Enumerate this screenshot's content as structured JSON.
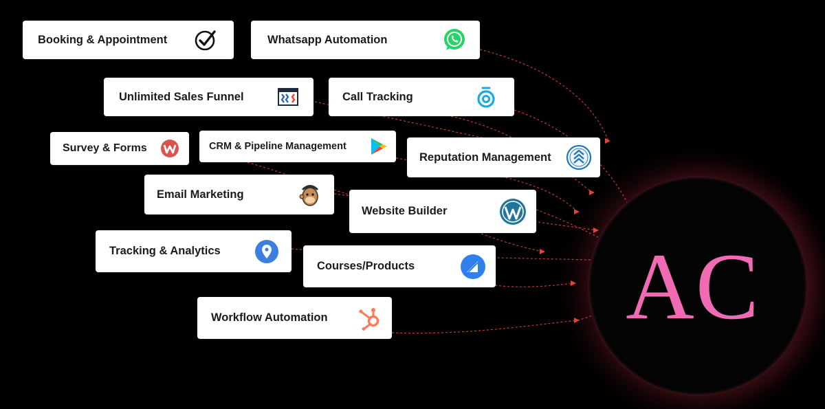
{
  "services": [
    {
      "label": "Booking & Appointment",
      "icon": "check-circle-icon"
    },
    {
      "label": "Whatsapp Automation",
      "icon": "whatsapp-icon"
    },
    {
      "label": "Unlimited Sales Funnel",
      "icon": "clickfunnels-icon"
    },
    {
      "label": "Call Tracking",
      "icon": "call-tracking-icon"
    },
    {
      "label": "Survey & Forms",
      "icon": "wufoo-icon"
    },
    {
      "label": "CRM & Pipeline Management",
      "icon": "play-store-icon"
    },
    {
      "label": "Reputation Management",
      "icon": "reputation-chevrons-icon"
    },
    {
      "label": "Email Marketing",
      "icon": "mailchimp-icon"
    },
    {
      "label": "Website Builder",
      "icon": "wordpress-icon"
    },
    {
      "label": "Tracking & Analytics",
      "icon": "location-pin-icon"
    },
    {
      "label": "Courses/Products",
      "icon": "kajabi-icon"
    },
    {
      "label": "Workflow Automation",
      "icon": "hubspot-icon"
    }
  ],
  "hub": {
    "label": "AC"
  },
  "colors": {
    "background": "#000000",
    "card": "#ffffff",
    "connector": "#e8423a",
    "hub_text": "#f06ab4",
    "whatsapp": "#25d366",
    "call_tracking": "#17a9e1",
    "wufoo": "#d9534f",
    "reputation": "#1f78b4",
    "wordpress": "#21759b",
    "analytics": "#3b7fe0",
    "kajabi": "#2f80ed",
    "hubspot": "#ff7a59"
  }
}
